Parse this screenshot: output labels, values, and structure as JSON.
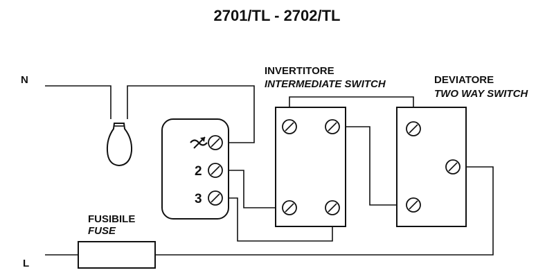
{
  "title": "2701/TL - 2702/TL",
  "neutral_label": "N",
  "line_label": "L",
  "fuse": {
    "label_it": "FUSIBILE",
    "label_en": "FUSE"
  },
  "intermediate_switch": {
    "label_it": "INVERTITORE",
    "label_en": "INTERMEDIATE SWITCH"
  },
  "two_way_switch": {
    "label_it": "DEVIATORE",
    "label_en": "TWO WAY SWITCH"
  },
  "device": {
    "terminal_2": "2",
    "terminal_3": "3",
    "terminal_1_icon": "lamp-arrow-icon"
  },
  "lamp_icon": "light-bulb-icon",
  "colors": {
    "ink": "#111111",
    "background": "#ffffff"
  }
}
